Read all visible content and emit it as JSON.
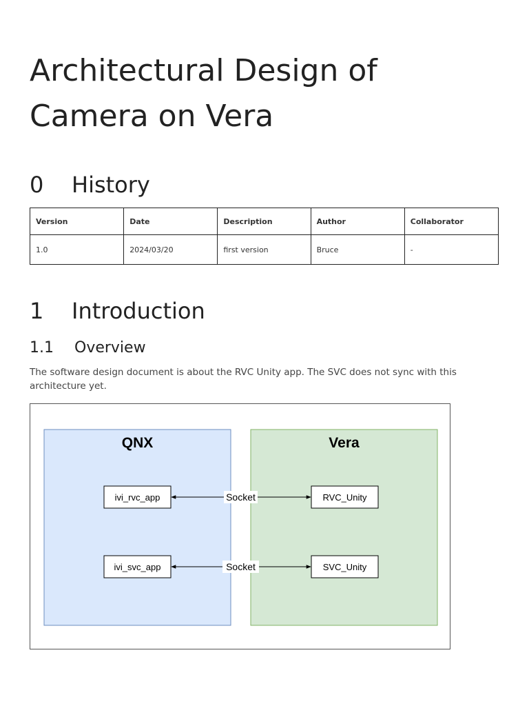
{
  "document": {
    "title": "Architectural Design of Camera on Vera"
  },
  "sections": {
    "history": {
      "number": "0",
      "title": "History"
    },
    "introduction": {
      "number": "1",
      "title": "Introduction"
    },
    "overview": {
      "number": "1.1",
      "title": "Overview",
      "text": "The software design document is about the RVC Unity app. The SVC does not sync with this architecture yet."
    }
  },
  "history_table": {
    "headers": [
      "Version",
      "Date",
      "Description",
      "Author",
      "Collaborator"
    ],
    "rows": [
      [
        "1.0",
        "2024/03/20",
        "first version",
        "Bruce",
        "-"
      ]
    ]
  },
  "diagram": {
    "left_container": {
      "label": "QNX",
      "fill": "#dae8fc",
      "stroke": "#6c8ebf"
    },
    "right_container": {
      "label": "Vera",
      "fill": "#d5e8d4",
      "stroke": "#82b366"
    },
    "nodes": {
      "ivi_rvc": "ivi_rvc_app",
      "ivi_svc": "ivi_svc_app",
      "rvc_unity": "RVC_Unity",
      "svc_unity": "SVC_Unity"
    },
    "edges": {
      "rvc_link": "Socket",
      "svc_link": "Socket"
    }
  }
}
